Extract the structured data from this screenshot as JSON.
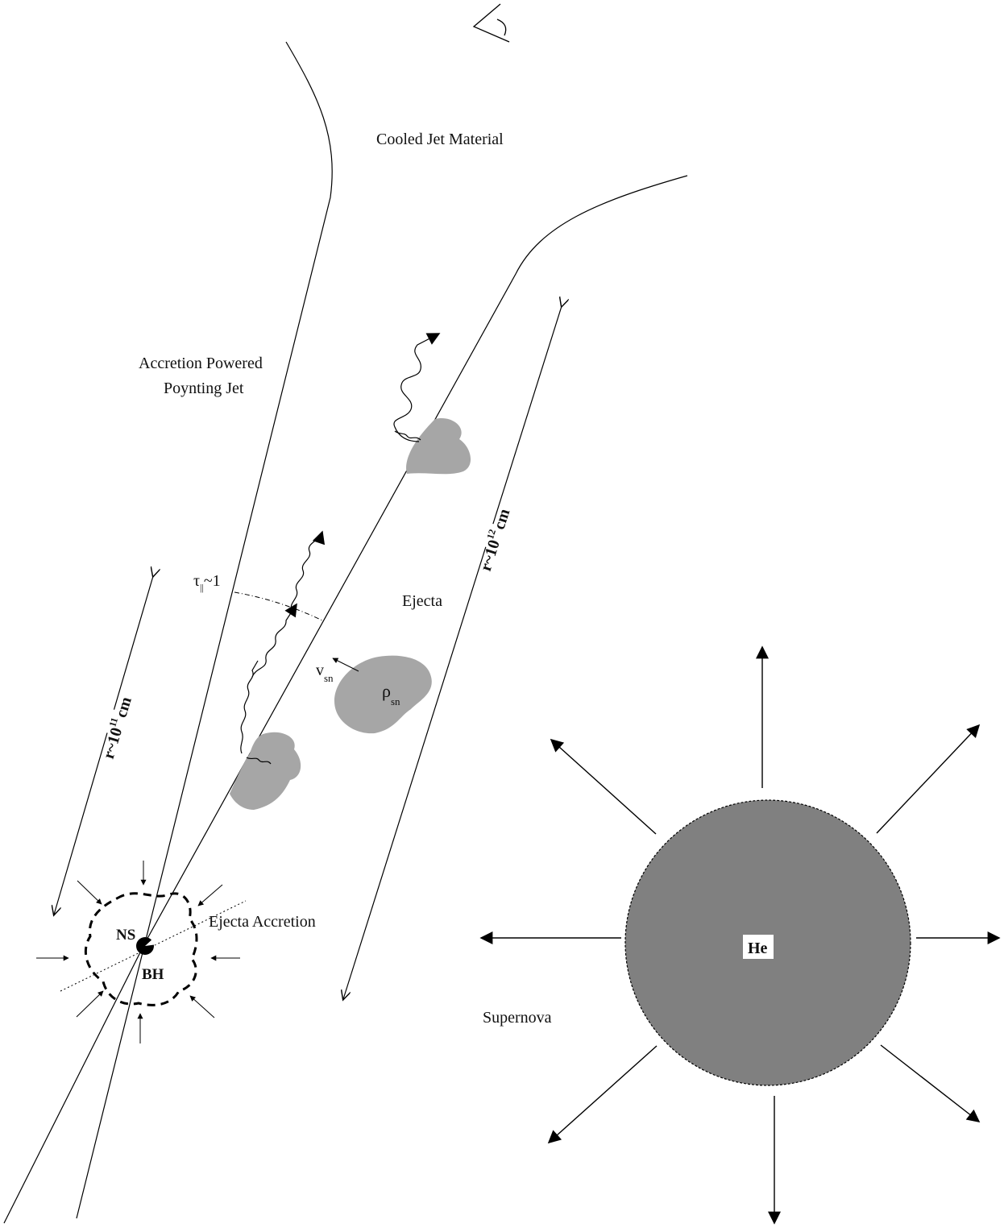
{
  "labels": {
    "cooled_jet": "Cooled Jet Material",
    "jet_line1": "Accretion Powered",
    "jet_line2": "Poynting Jet",
    "ejecta": "Ejecta",
    "ejecta_accretion": "Ejecta Accretion",
    "supernova": "Supernova",
    "tau_main": "τ",
    "tau_sub": "||",
    "tau_rest": "~1",
    "v_main": "v",
    "v_sub": "sn",
    "rho_main": "ρ",
    "rho_sub": "sn",
    "ns": "NS",
    "bh": "BH",
    "he": "He",
    "r11_base": "r~10",
    "r11_exp": "11",
    "r11_unit": "cm",
    "r12_base": "r~10",
    "r12_exp": "12",
    "r12_unit": "cm"
  },
  "colors": {
    "line": "#000000",
    "ejecta_blob": "#a6a6a6",
    "star_fill": "#808080",
    "he_box": "#ffffff"
  },
  "icons": {
    "observer": "observer-eye-icon"
  }
}
